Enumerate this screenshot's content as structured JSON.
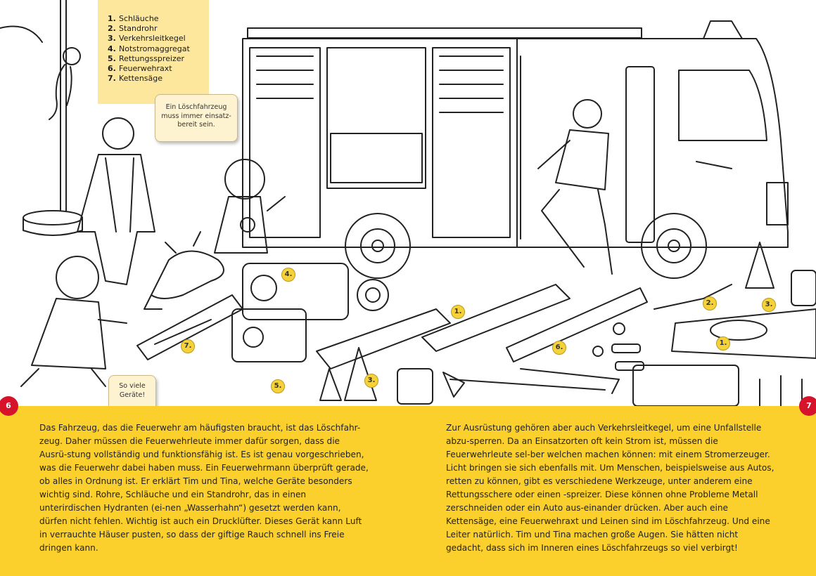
{
  "legend": {
    "items": [
      {
        "num": "1.",
        "label": "Schläuche"
      },
      {
        "num": "2.",
        "label": "Standrohr"
      },
      {
        "num": "3.",
        "label": "Verkehrsleitkegel"
      },
      {
        "num": "4.",
        "label": "Notstromaggregat"
      },
      {
        "num": "5.",
        "label": "Rettungsspreizer"
      },
      {
        "num": "6.",
        "label": "Feuerwehraxt"
      },
      {
        "num": "7.",
        "label": "Kettensäge"
      }
    ]
  },
  "bubbles": {
    "firefighter": "Ein Löschfahrzeug muss immer einsatz-bereit sein.",
    "kid": "So viele Geräte!"
  },
  "markers": [
    "1.",
    "1.",
    "2.",
    "3.",
    "3.",
    "4.",
    "5.",
    "6.",
    "7."
  ],
  "page_numbers": {
    "left": "6",
    "right": "7"
  },
  "text": {
    "left": "Das Fahrzeug, das die Feuerwehr am häufigsten braucht, ist das Löschfahr-zeug. Daher müssen die Feuerwehrleute immer dafür sorgen, dass die Ausrü-stung vollständig und funktionsfähig ist. Es ist genau vorgeschrieben, was die Feuerwehr dabei haben muss. Ein Feuerwehrmann überprüft gerade, ob alles in Ordnung ist. Er erklärt Tim und Tina, welche Geräte besonders wichtig sind. Rohre, Schläuche und ein Standrohr, das in einen unterirdischen Hydranten (ei-nen „Wasserhahn“) gesetzt werden kann, dürfen nicht fehlen. Wichtig ist auch ein Drucklüfter. Dieses Gerät kann Luft in verrauchte Häuser pusten, so dass der giftige Rauch schnell ins Freie dringen kann.",
    "right": "Zur Ausrüstung gehören aber auch Verkehrsleitkegel, um eine Unfallstelle abzu-sperren. Da an Einsatzorten oft kein Strom ist, müssen die Feuerwehrleute sel-ber welchen machen können: mit einem Stromerzeuger. Licht bringen sie sich ebenfalls mit. Um Menschen, beispielsweise aus Autos, retten zu können, gibt es verschiedene Werkzeuge, unter anderem eine Rettungsschere oder einen -spreizer. Diese können ohne Probleme Metall zerschneiden oder ein Auto aus-einander drücken. Aber auch eine Kettensäge, eine Feuerwehraxt und Leinen sind im Löschfahrzeug. Und eine Leiter natürlich. Tim und Tina machen große Augen. Sie hätten nicht gedacht, dass sich im Inneren eines Löschfahrzeugs so viel verbirgt!"
  },
  "colors": {
    "band": "#fbcf2c",
    "legend_bg": "#fde79c",
    "marker": "#f6d23a",
    "page_number": "#d6132a"
  }
}
